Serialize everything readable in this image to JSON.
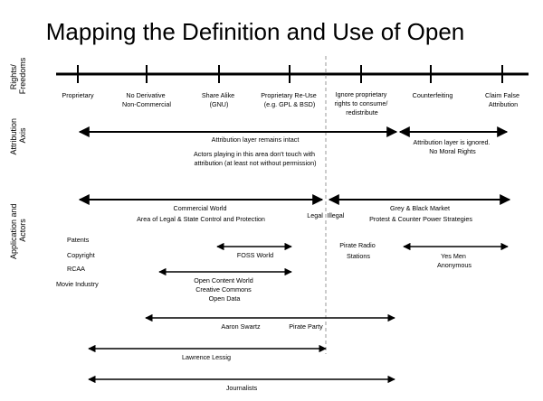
{
  "title": "Mapping the Definition and Use of Open",
  "side_labels": {
    "rights": [
      "Rights/",
      "Freedoms"
    ],
    "attribution": [
      "Attribution",
      "Axis"
    ],
    "application": [
      "Application and",
      "Actors"
    ]
  },
  "rights_ticks": [
    [
      "Proprietary"
    ],
    [
      "No Derivative",
      "Non-Commercial"
    ],
    [
      "Share Alike",
      "(GNU)"
    ],
    [
      "Proprietary Re-Use",
      "(e.g. GPL & BSD)"
    ],
    [
      "Ignore proprietary",
      "rights to consume/",
      "redistribute"
    ],
    [
      "Counterfeiting"
    ],
    [
      "Claim False",
      "Attribution"
    ]
  ],
  "attribution": {
    "intact": "Attribution layer remains intact",
    "actors_note": [
      "Actors playing in this area don't touch with",
      "attribution (at least not without permission)"
    ],
    "ignored": [
      "Attribution layer is ignored.",
      "No Moral Rights"
    ]
  },
  "application": {
    "commercial": [
      "Commercial World",
      "Area of Legal & State Control and Protection"
    ],
    "legal": "Legal",
    "illegal": "Illegal",
    "grey": [
      "Grey & Black Market",
      "Protest & Counter Power Strategies"
    ],
    "left_list": [
      "Patents",
      "Copyright",
      "RCAA",
      "Movie Industry"
    ],
    "foss": "FOSS World",
    "open_content": [
      "Open Content World",
      "Creative Commons",
      "Open Data"
    ],
    "pirate_radio": [
      "Pirate Radio",
      "Stations"
    ],
    "yes_men": [
      "Yes Men",
      "Anonymous"
    ],
    "aaron": "Aaron Swartz",
    "pirate_party": "Pirate Party",
    "lessig": "Lawrence Lessig",
    "journalists": "Journalists"
  }
}
